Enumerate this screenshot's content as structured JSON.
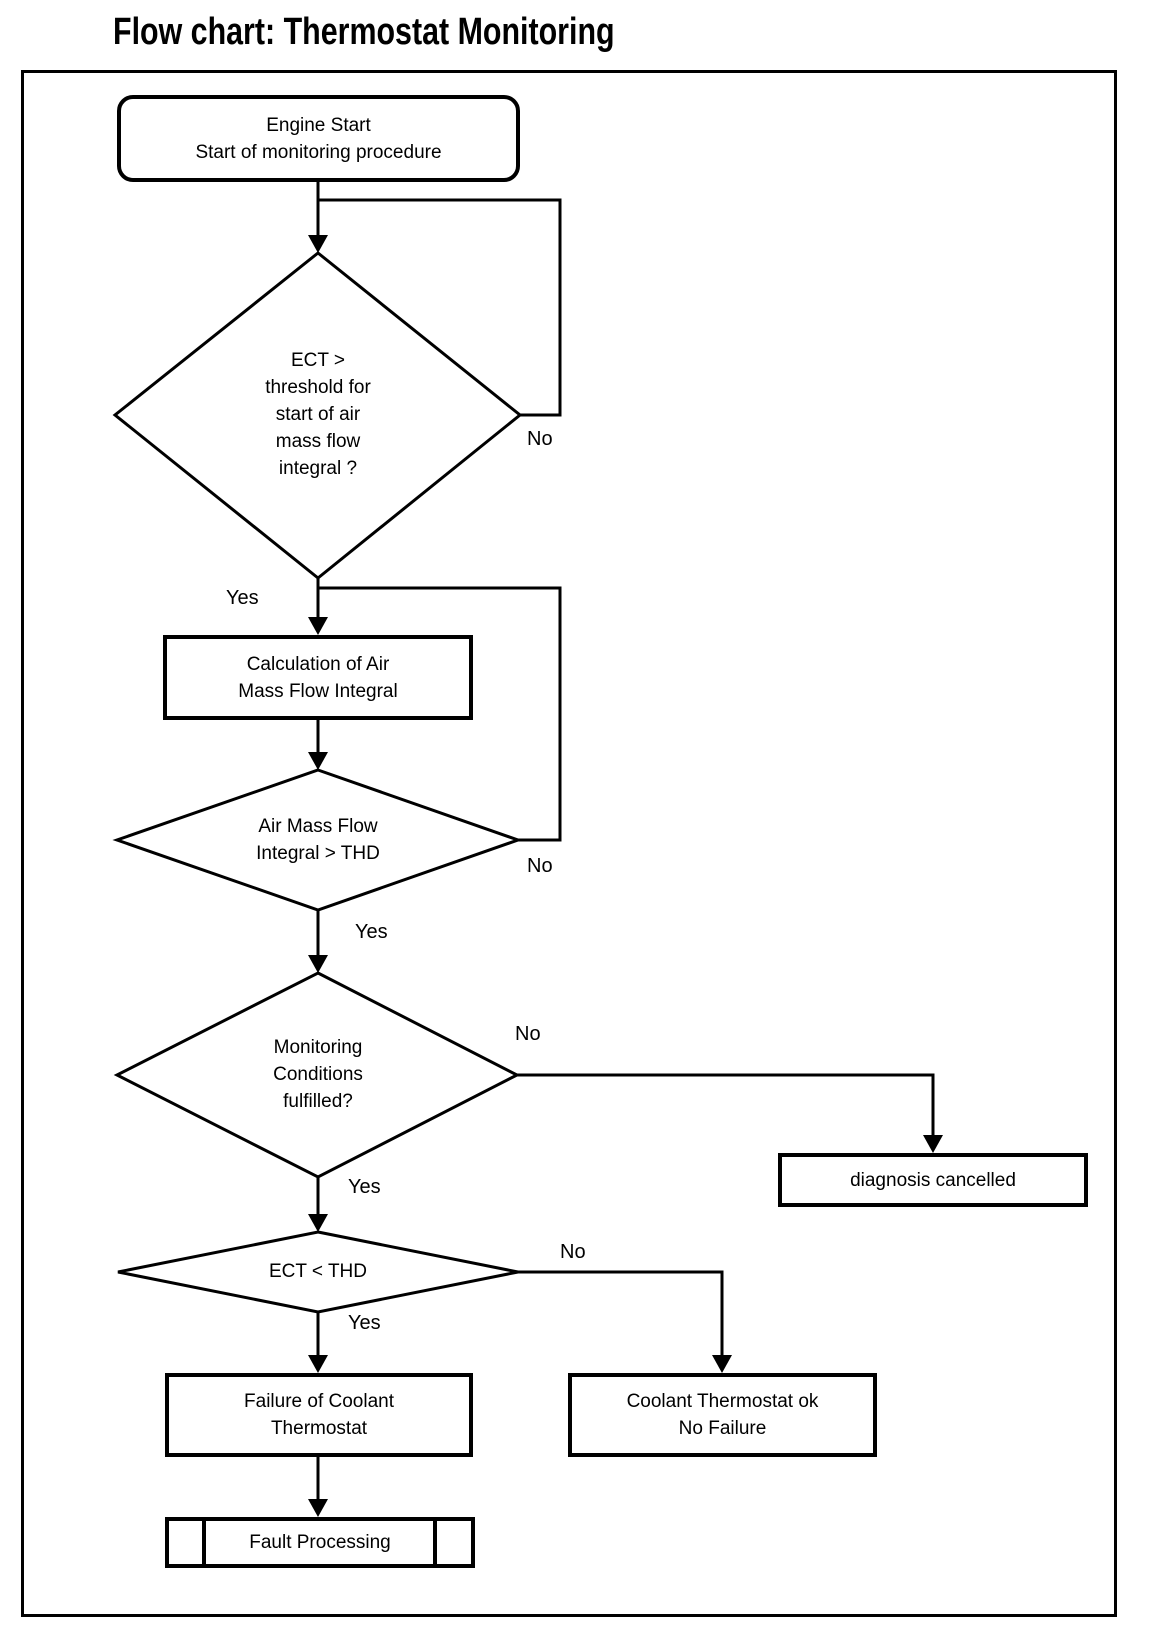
{
  "title": "Flow chart: Thermostat Monitoring",
  "nodes": {
    "start": "Engine Start\nStart of monitoring procedure",
    "decision_ect_start": "ECT >\nthreshold for\nstart of air\nmass flow\nintegral ?",
    "calc_integral": "Calculation of Air\nMass Flow Integral",
    "decision_integral": "Air Mass Flow\nIntegral > THD",
    "decision_conditions": "Monitoring\nConditions\nfulfilled?",
    "decision_ect_thd": "ECT < THD",
    "diagnosis_cancelled": "diagnosis cancelled",
    "failure_thermostat": "Failure of Coolant\nThermostat",
    "thermostat_ok": "Coolant Thermostat ok\nNo Failure",
    "fault_processing": "Fault Processing"
  },
  "labels": {
    "yes": "Yes",
    "no": "No"
  },
  "colors": {
    "line": "#000000",
    "background": "#ffffff"
  }
}
